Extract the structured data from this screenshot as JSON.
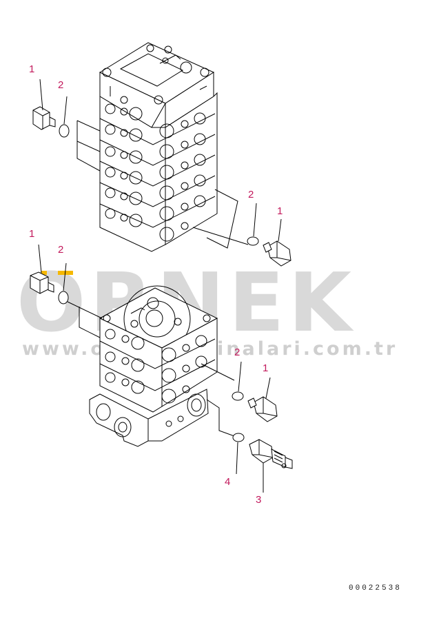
{
  "watermark": {
    "brand": "ORNEK",
    "url": "www.ornekmakinalari.com.tr"
  },
  "part_number": "00022538",
  "callouts": {
    "top_left_1": "1",
    "top_left_2": "2",
    "top_right_2": "2",
    "top_right_1": "1",
    "bottom_left_1": "1",
    "bottom_left_2": "2",
    "bottom_right_2": "2",
    "bottom_right_1": "1",
    "bottom_4": "4",
    "bottom_3": "3"
  },
  "colors": {
    "callout": "#c2185b",
    "watermark": "#d9d9d9",
    "watermark_accent": "#f5b800"
  }
}
